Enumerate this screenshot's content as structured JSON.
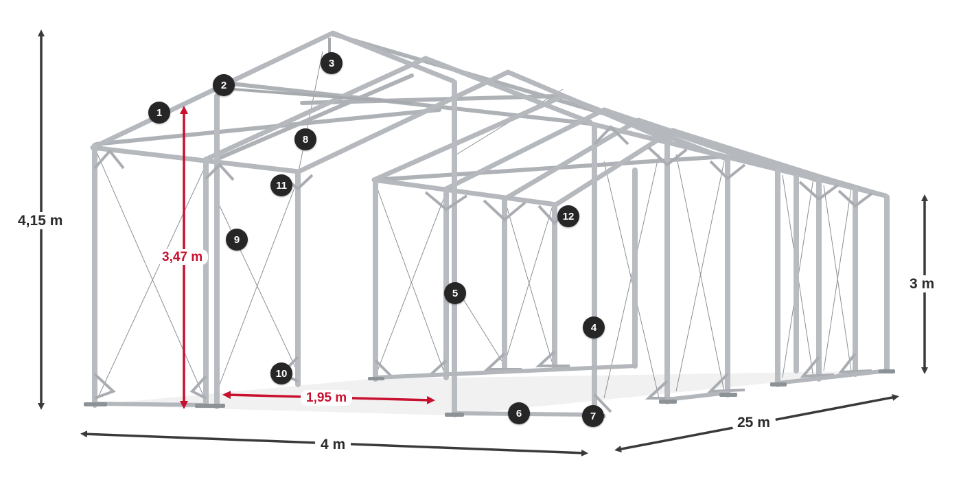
{
  "dimensions": {
    "total_height": "4,15 m",
    "side_height": "3 m",
    "inner_height": "3,47 m",
    "post_spacing": "1,95 m",
    "width": "4 m",
    "length": "25 m"
  },
  "callouts": [
    "1",
    "2",
    "3",
    "4",
    "5",
    "6",
    "7",
    "8",
    "9",
    "10",
    "11",
    "12"
  ],
  "colors": {
    "frame": "#b5b9bd",
    "frame_dark": "#7d8286",
    "dimension_line": "#3a3a3a",
    "accent_red": "#c8102e",
    "badge": "#262626"
  }
}
